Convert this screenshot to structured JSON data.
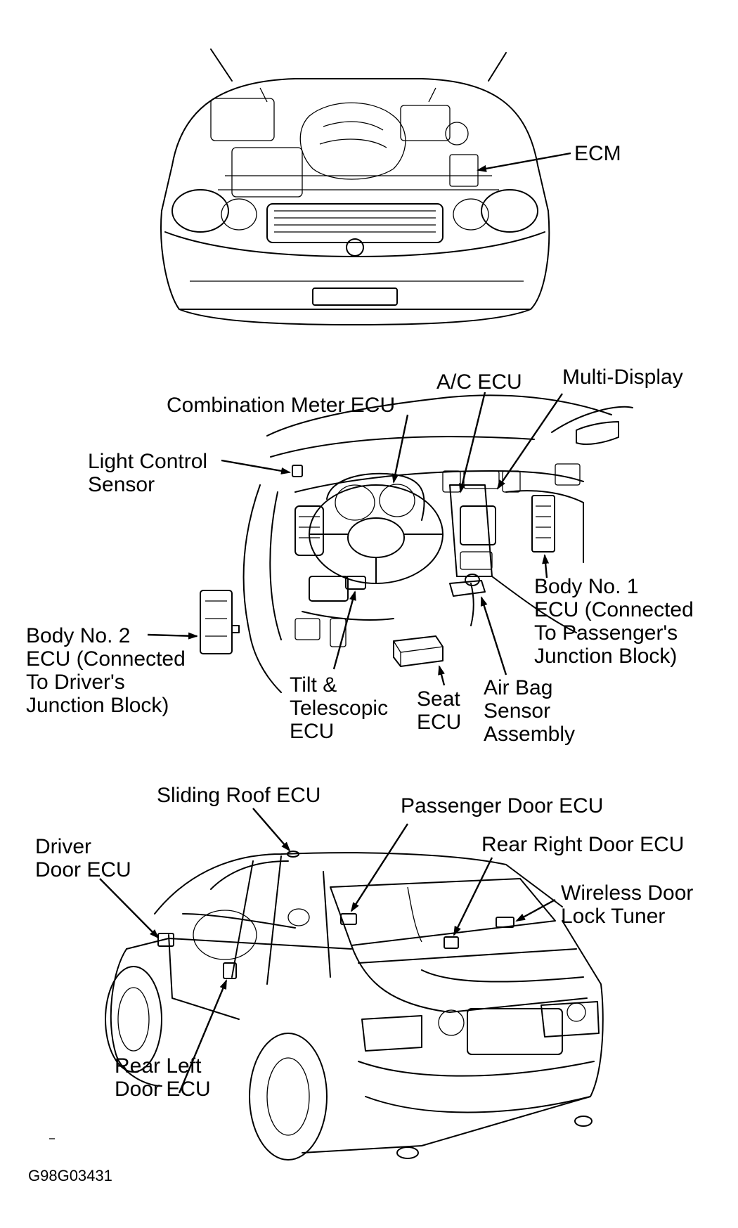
{
  "labels": {
    "ecm": "ECM",
    "combination_meter_ecu": "Combination Meter ECU",
    "ac_ecu": "A/C ECU",
    "multi_display": "Multi-Display",
    "light_control_sensor": "Light Control\nSensor",
    "body_no1_ecu": "Body No. 1\nECU (Connected\nTo Passenger's\nJunction Block)",
    "body_no2_ecu": "Body No. 2\nECU (Connected\nTo Driver's\nJunction Block)",
    "tilt_telescopic_ecu": "Tilt &\nTelescopic\nECU",
    "seat_ecu": "Seat\nECU",
    "air_bag_sensor": "Air Bag\nSensor\nAssembly",
    "sliding_roof_ecu": "Sliding Roof ECU",
    "passenger_door_ecu": "Passenger Door ECU",
    "driver_door_ecu": "Driver\nDoor ECU",
    "rear_right_door_ecu": "Rear Right Door ECU",
    "wireless_door_lock": "Wireless Door\nLock Tuner",
    "rear_left_door_ecu": "Rear Left\nDoor ECU"
  },
  "figure_code": "G98G03431"
}
